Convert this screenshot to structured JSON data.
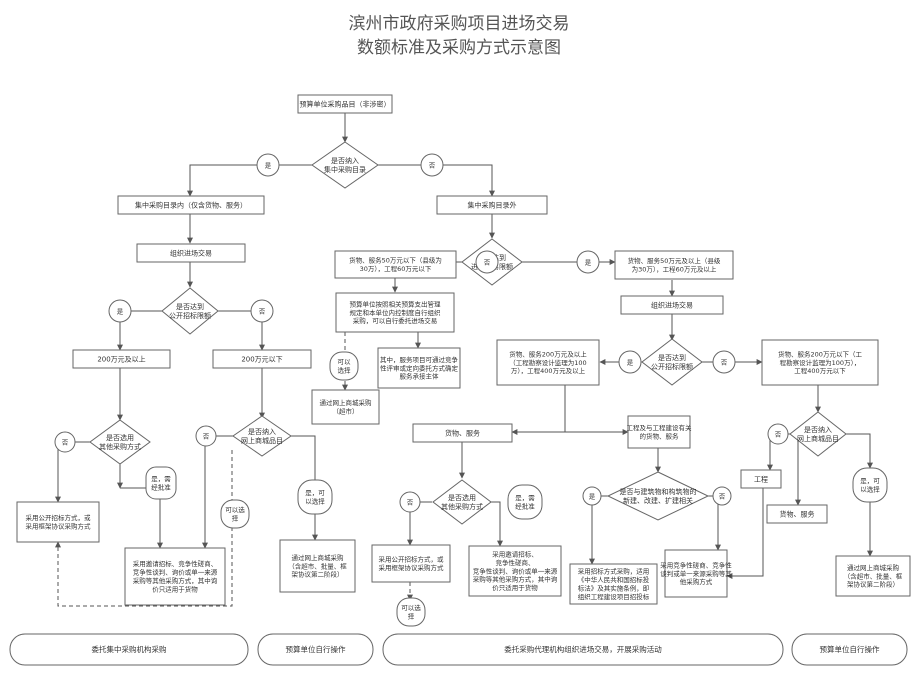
{
  "title": {
    "line1": "滨州市政府采购项目进场交易",
    "line2": "数额标准及采购方式示意图"
  },
  "nodes": {
    "start": "预算单位采购品目（非涉密）",
    "d_catalog": [
      "是否纳入",
      "集中采购目录"
    ],
    "yes1": "是",
    "no1": "否",
    "in_catalog": "集中采购目录内（仅含货物、服务）",
    "out_catalog": "集中采购目录外",
    "organize_left": "组织进场交易",
    "d_open_left": [
      "是否达到",
      "公开招标限额"
    ],
    "yes2": "是",
    "no2": "否",
    "above200": "200万元及以上",
    "below200": "200万元以下",
    "d_other_left": [
      "是否选用",
      "其他采购方式"
    ],
    "no3": "否",
    "yes_approve_left": [
      "是，需",
      "经批准"
    ],
    "open_bid_left": [
      "采用公开招标方式，或",
      "采用框架协议采购方式"
    ],
    "other_methods_left": [
      "采用邀请招标、竞争性磋商、",
      "竞争性谈判、询价或单一来源",
      "采购等其他采购方式，其中询",
      "价只适用于货物"
    ],
    "d_mall_left": [
      "是否纳入",
      "网上商城品目"
    ],
    "no4": "否",
    "optional_left": [
      "可以选",
      "择"
    ],
    "yes_optional_left": [
      "是，可",
      "以选择"
    ],
    "mall_left": [
      "通过网上商城采购",
      "（含超市、批量、框",
      "架协议第二阶段）"
    ],
    "d_reach": [
      "是否达到",
      "进场交易限额"
    ],
    "no5": "否",
    "yes5": "是",
    "below50": [
      "货物、服务50万元以下（县级为",
      "30万），工程60万元以下"
    ],
    "above50": [
      "货物、服务50万元及以上（县级",
      "为30万），工程60万元及以上"
    ],
    "self_org": [
      "预算单位按照相关预算支出管理",
      "规定和本单位内控制度自行组织",
      "采购，可以自行委托进场交易"
    ],
    "optional_mid": [
      "可以",
      "选择"
    ],
    "service_note": [
      "其中，服务项目可通过竞争",
      "性评审或定向委托方式确定",
      "服务承接主体"
    ],
    "supermarket": [
      "通过网上商城采购",
      "（超市）"
    ],
    "organize_right": "组织进场交易",
    "d_open_right": [
      "是否达到",
      "公开招标限额"
    ],
    "yes6": "是",
    "no6": "否",
    "above_open_right": [
      "货物、服务200万元及以上",
      "（工程勘察设计监理为100",
      "万），工程400万元及以上"
    ],
    "below_open_right": [
      "货物、服务200万元以下（工",
      "程勘察设计监理为100万），",
      "工程400万元以下"
    ],
    "goods_services": "货物、服务",
    "eng_related": [
      "工程及与工程建设有关",
      "的货物、服务"
    ],
    "d_other_right": [
      "是否选用",
      "其他采购方式"
    ],
    "no7": "否",
    "yes_approve_right": [
      "是，需",
      "经批准"
    ],
    "d_build": [
      "是否与建筑物和构筑物的",
      "新建、改建、扩建相关"
    ],
    "yes8": "是",
    "no8": "否",
    "open_bid_right": [
      "采用公开招标方式，或",
      "采用框架协议采购方式"
    ],
    "other_methods_right": [
      "采用邀请招标、",
      "竞争性磋商、",
      "竞争性谈判、询价或单一来源",
      "采购等其他采购方式，其中询",
      "价只适用于货物"
    ],
    "tender_law": [
      "采用招标方式采购，适用",
      "《中华人民共和国招标投",
      "标法》及其实施条例，即",
      "组织工程建设项目招投标"
    ],
    "competitive": [
      "采用竞争性磋商、竞争性",
      "谈判或单一来源采购等其",
      "他采购方式"
    ],
    "optional_right": [
      "可以选",
      "择"
    ],
    "engineering": "工程",
    "d_mall_right": [
      "是否纳入",
      "网上商城品目"
    ],
    "no9": "否",
    "goods_services2": "货物、服务",
    "yes_optional_right": [
      "是，可",
      "以选择"
    ],
    "mall_right": [
      "通过网上商城采购",
      "（含超市、批量、框",
      "架协议第二阶段）"
    ]
  },
  "footer": {
    "f1": "委托集中采购机构采购",
    "f2": "预算单位自行操作",
    "f3": "委托采购代理机构组织进场交易，开展采购活动",
    "f4": "预算单位自行操作"
  }
}
